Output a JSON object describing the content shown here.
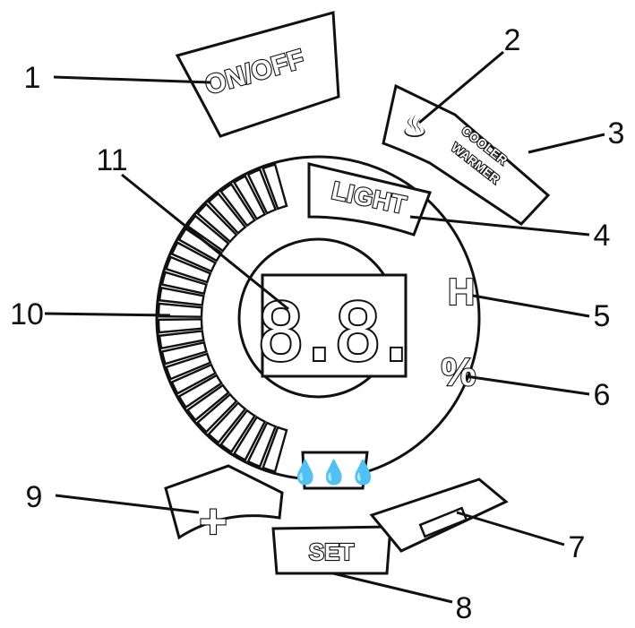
{
  "labels": {
    "onoff": "ON/OFF",
    "light": "LIGHT",
    "cooler": "COOLER",
    "warmer": "WARMER",
    "set": "SET",
    "humidity_symbol": "H",
    "percent_symbol": "%",
    "display_value": "8.8."
  },
  "callouts": [
    "1",
    "2",
    "3",
    "4",
    "5",
    "6",
    "7",
    "8",
    "9",
    "10",
    "11"
  ],
  "icons": {
    "steam": "steam-icon",
    "water": "water-drops-icon",
    "plus": "plus-icon",
    "minus": "minus-icon"
  },
  "colors": {
    "ink": "#111111",
    "background": "#ffffff"
  }
}
